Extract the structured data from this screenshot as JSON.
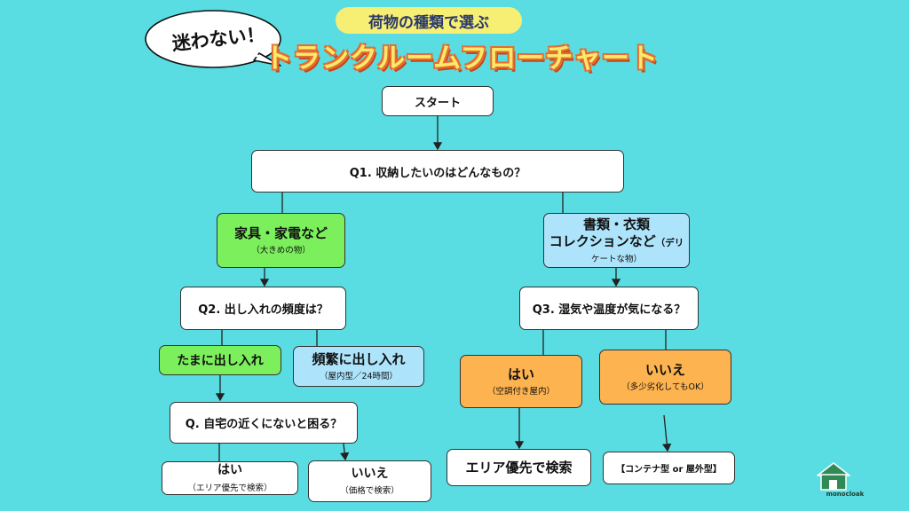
{
  "header": {
    "badge": "迷わない！",
    "subtitle": "荷物の種類で選ぶ",
    "title": "トランクルームフローチャート"
  },
  "logo": {
    "label": "monocloak",
    "icon": "house-icon"
  },
  "nodes": {
    "start": "スタート",
    "q1": "Q1. 収納したいのはどんなもの？",
    "furniture": {
      "main": "家具・家電など",
      "sub": "（大きめの物）"
    },
    "documents": {
      "line1": "書類・衣類",
      "line2": "コレクションなど",
      "line2_small": "（デリ",
      "line3": "ケートな物）"
    },
    "q2": "Q2. 出し入れの頻度は？",
    "occasional": "たまに出し入れ",
    "frequent": {
      "main": "頻繁に出し入れ",
      "sub": "（屋内型／24時間）"
    },
    "q3": "Q3. 湿気や温度が気になる？",
    "q3_yes": {
      "main": "はい",
      "sub": "（空調付き屋内）"
    },
    "q3_no": {
      "main": "いいえ",
      "sub": "（多少劣化してもOK）"
    },
    "q_near": "Q. 自宅の近くにないと困る？",
    "near_yes": {
      "main": "はい",
      "sub": "（エリア優先で検索）"
    },
    "near_no": {
      "main": "いいえ",
      "sub": "（価格で検索）"
    },
    "area_search": "エリア優先で検索",
    "container": "【コンテナ型 or 屋外型】"
  },
  "colors": {
    "background": "#59dde2",
    "green": "#7cf05c",
    "blue": "#ade4fb",
    "orange": "#fdb34f",
    "title_yellow": "#fbe96a",
    "title_outline": "#e56d2f"
  }
}
